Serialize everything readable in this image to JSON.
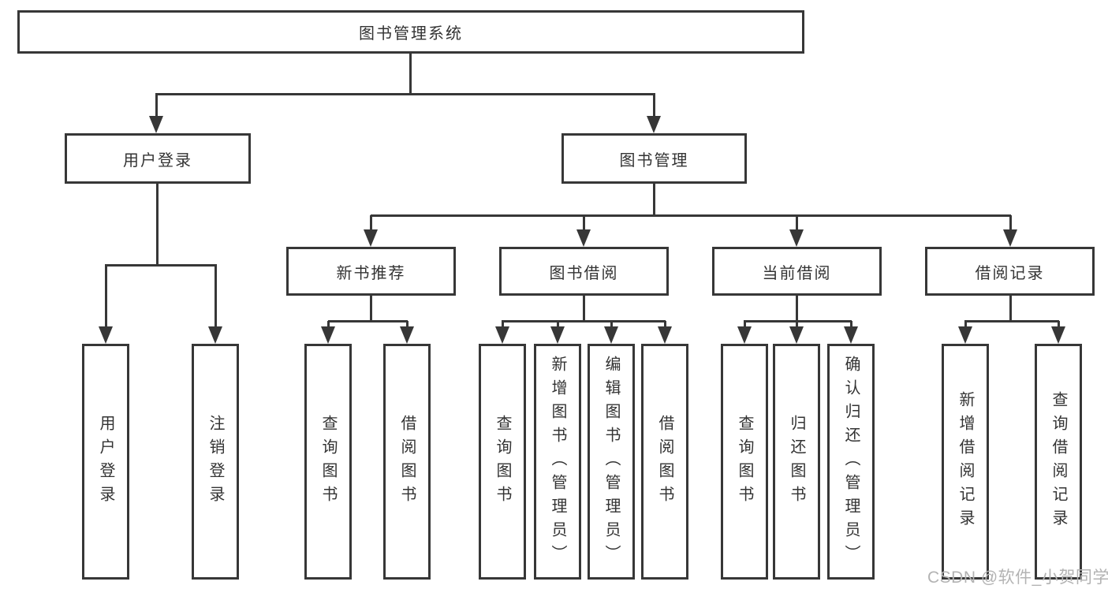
{
  "diagram": {
    "root": "图书管理系统",
    "level2": {
      "user_login": "用户登录",
      "book_management": "图书管理"
    },
    "level3": {
      "new_book_recommend": "新书推荐",
      "book_borrow": "图书借阅",
      "current_borrow": "当前借阅",
      "borrow_records": "借阅记录"
    },
    "leaves": {
      "user_login": [
        "用户登录",
        "注销登录"
      ],
      "new_book_recommend": [
        "查询图书",
        "借阅图书"
      ],
      "book_borrow": [
        "查询图书",
        "新增图书（管理员）",
        "编辑图书（管理员）",
        "借阅图书"
      ],
      "current_borrow": [
        "查询图书",
        "归还图书",
        "确认归还（管理员）"
      ],
      "borrow_records": [
        "新增借阅记录",
        "查询借阅记录"
      ]
    }
  },
  "watermark": "CSDN @软件_小贺同学",
  "colors": {
    "line": "#373737",
    "text": "#333333",
    "watermark": "#b3b3b3",
    "background": "#ffffff"
  }
}
